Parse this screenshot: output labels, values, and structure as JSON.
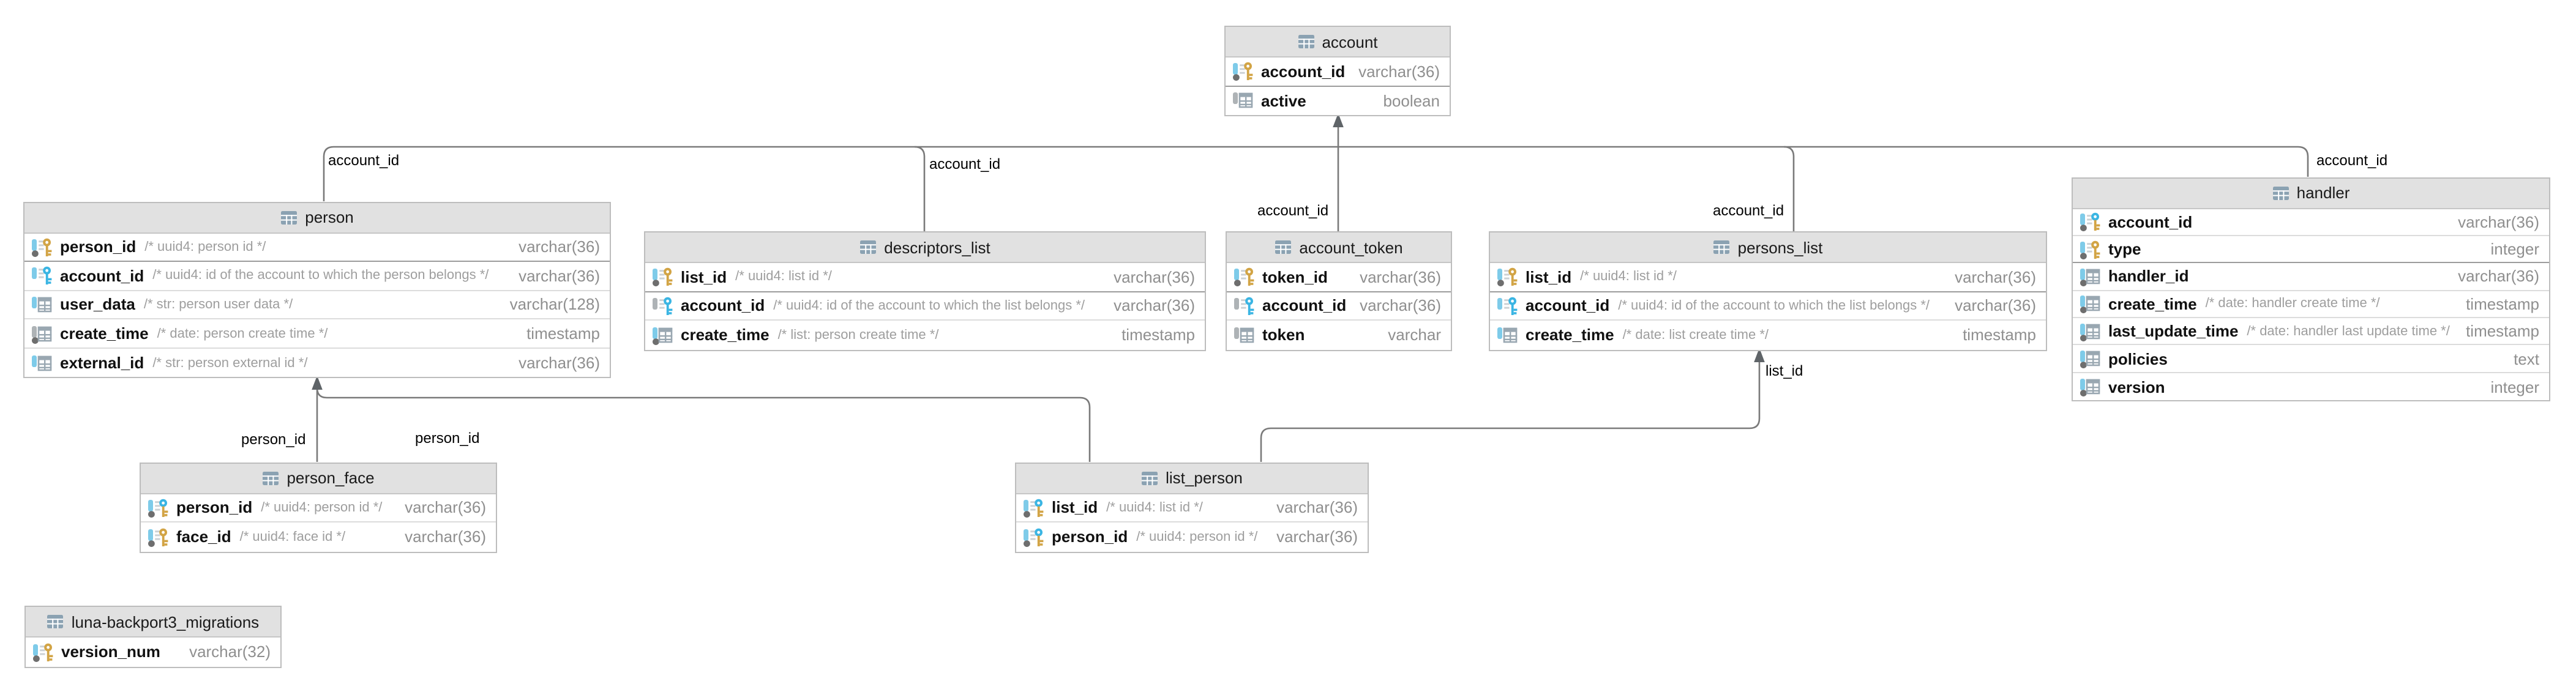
{
  "diagram_title": "database schema diagram",
  "colors": {
    "edge_line": "#7a7a7a",
    "arrowhead": "#5f6468",
    "table_header_bg": "#e1e1e1",
    "table_border": "#bdbdbd",
    "primary_key_gold": "#d2a445",
    "foreign_key_blue": "#3ab5e3",
    "not_null_bar_cyan": "#7ecbe9",
    "index_dot_gray": "#6e6e6e"
  },
  "tables": [
    {
      "title": "account",
      "columns": [
        {
          "name": "account_id",
          "type": "varchar(36)",
          "icon": "primary-key-icon"
        },
        {
          "name": "active",
          "type": "boolean",
          "icon": "column-icon"
        }
      ]
    },
    {
      "title": "person",
      "columns": [
        {
          "name": "person_id",
          "comment": "/* uuid4: person id */",
          "type": "varchar(36)",
          "icon": "primary-key-icon"
        },
        {
          "name": "account_id",
          "comment": "/* uuid4: id of the account to which the person belongs */",
          "type": "varchar(36)",
          "icon": "foreign-key-icon"
        },
        {
          "name": "user_data",
          "comment": "/* str: person user data */",
          "type": "varchar(128)",
          "icon": "column-icon"
        },
        {
          "name": "create_time",
          "comment": "/* date: person create time */",
          "type": "timestamp",
          "icon": "indexed-column-icon"
        },
        {
          "name": "external_id",
          "comment": "/* str: person external id */",
          "type": "varchar(36)",
          "icon": "column-icon"
        }
      ]
    },
    {
      "title": "descriptors_list",
      "columns": [
        {
          "name": "list_id",
          "comment": "/* uuid4: list id */",
          "type": "varchar(36)",
          "icon": "primary-key-icon"
        },
        {
          "name": "account_id",
          "comment": "/* uuid4: id of the account to which the list belongs */",
          "type": "varchar(36)",
          "icon": "foreign-key-icon"
        },
        {
          "name": "create_time",
          "comment": "/* list: person create time */",
          "type": "timestamp",
          "icon": "indexed-column-icon"
        }
      ]
    },
    {
      "title": "account_token",
      "columns": [
        {
          "name": "token_id",
          "type": "varchar(36)",
          "icon": "primary-key-icon"
        },
        {
          "name": "account_id",
          "type": "varchar(36)",
          "icon": "foreign-key-icon"
        },
        {
          "name": "token",
          "type": "varchar",
          "icon": "column-icon"
        }
      ]
    },
    {
      "title": "persons_list",
      "columns": [
        {
          "name": "list_id",
          "comment": "/* uuid4: list id */",
          "type": "varchar(36)",
          "icon": "primary-key-icon"
        },
        {
          "name": "account_id",
          "comment": "/* uuid4: id of the account to which the list belongs */",
          "type": "varchar(36)",
          "icon": "foreign-key-icon"
        },
        {
          "name": "create_time",
          "comment": "/* date: list create time */",
          "type": "timestamp",
          "icon": "column-icon"
        }
      ]
    },
    {
      "title": "handler",
      "columns": [
        {
          "name": "account_id",
          "type": "varchar(36)",
          "icon": "primary-foreign-key-icon"
        },
        {
          "name": "type",
          "type": "integer",
          "icon": "primary-key-icon"
        },
        {
          "name": "handler_id",
          "type": "varchar(36)",
          "icon": "indexed-column-icon"
        },
        {
          "name": "create_time",
          "comment": "/* date: handler create time */",
          "type": "timestamp",
          "icon": "indexed-column-icon"
        },
        {
          "name": "last_update_time",
          "comment": "/* date: handler last update time */",
          "type": "timestamp",
          "icon": "indexed-column-icon"
        },
        {
          "name": "policies",
          "type": "text",
          "icon": "indexed-column-icon"
        },
        {
          "name": "version",
          "type": "integer",
          "icon": "indexed-column-icon"
        }
      ]
    },
    {
      "title": "person_face",
      "columns": [
        {
          "name": "person_id",
          "comment": "/* uuid4: person id */",
          "type": "varchar(36)",
          "icon": "primary-foreign-key-icon"
        },
        {
          "name": "face_id",
          "comment": "/* uuid4: face id */",
          "type": "varchar(36)",
          "icon": "primary-key-icon"
        }
      ]
    },
    {
      "title": "list_person",
      "columns": [
        {
          "name": "list_id",
          "comment": "/* uuid4: list id */",
          "type": "varchar(36)",
          "icon": "primary-foreign-key-icon"
        },
        {
          "name": "person_id",
          "comment": "/* uuid4: person id */",
          "type": "varchar(36)",
          "icon": "primary-foreign-key-icon"
        }
      ]
    },
    {
      "title": "luna-backport3_migrations",
      "columns": [
        {
          "name": "version_num",
          "type": "varchar(32)",
          "icon": "primary-key-icon"
        }
      ]
    }
  ],
  "relationships": [
    {
      "from": "person",
      "to": "account",
      "label": "account_id"
    },
    {
      "from": "descriptors_list",
      "to": "account",
      "label": "account_id"
    },
    {
      "from": "account_token",
      "to": "account",
      "label": "account_id"
    },
    {
      "from": "persons_list",
      "to": "account",
      "label": "account_id"
    },
    {
      "from": "handler",
      "to": "account",
      "label": "account_id"
    },
    {
      "from": "person_face",
      "to": "person",
      "label": "person_id"
    },
    {
      "from": "list_person",
      "to": "person",
      "label": "person_id"
    },
    {
      "from": "list_person",
      "to": "persons_list",
      "label": "list_id"
    }
  ]
}
